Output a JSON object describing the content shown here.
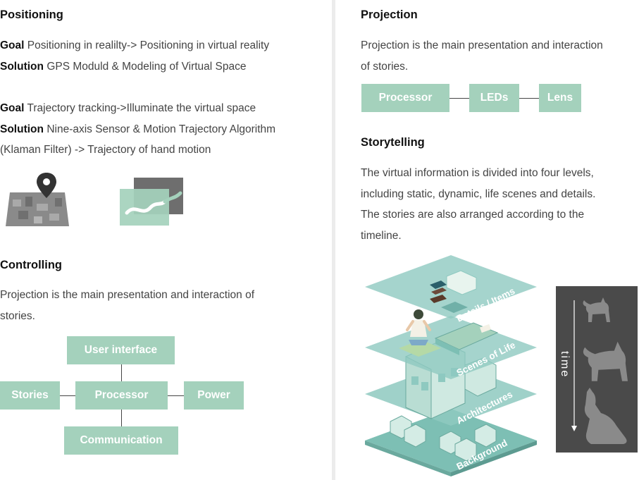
{
  "left": {
    "positioning": {
      "heading": "Positioning",
      "goal_label": "Goal",
      "solution_label": "Solution",
      "goal1": "Positioning in realilty-> Positioning in virtual reality",
      "solution1": "GPS Moduld & Modeling of Virtual Space",
      "goal2": "Trajectory tracking->Illuminate the virtual space",
      "solution2": "Nine-axis Sensor & Motion Trajectory Algorithm",
      "solution2_cont": "(Klaman Filter) -> Trajectory of hand motion"
    },
    "controlling": {
      "heading": "Controlling",
      "text_line1": "Projection is the main presentation and interaction of",
      "text_line2": "stories.",
      "boxes": {
        "user_interface": "User interface",
        "stories": "Stories",
        "processor": "Processor",
        "power": "Power",
        "communication": "Communication"
      }
    }
  },
  "right": {
    "projection": {
      "heading": "Projection",
      "text_line1": "Projection is the main presentation and interaction",
      "text_line2": "of stories.",
      "boxes": [
        "Processor",
        "LEDs",
        "Lens"
      ]
    },
    "storytelling": {
      "heading": "Storytelling",
      "lines": [
        "The virtual information is divided into four levels,",
        "including static, dynamic, life scenes and details.",
        "The stories are also arranged according to the",
        "timeline."
      ],
      "layers": [
        "Details / Items",
        "Scenes of Life",
        "Architectures",
        "Background"
      ],
      "time_label": "time"
    }
  },
  "colors": {
    "accent": "#a4d1bc",
    "layer": "#8ec9c0",
    "dark_panel": "#4a4a4a"
  },
  "icons": [
    "map-pin-icon",
    "trajectory-icon",
    "cat-icon"
  ]
}
